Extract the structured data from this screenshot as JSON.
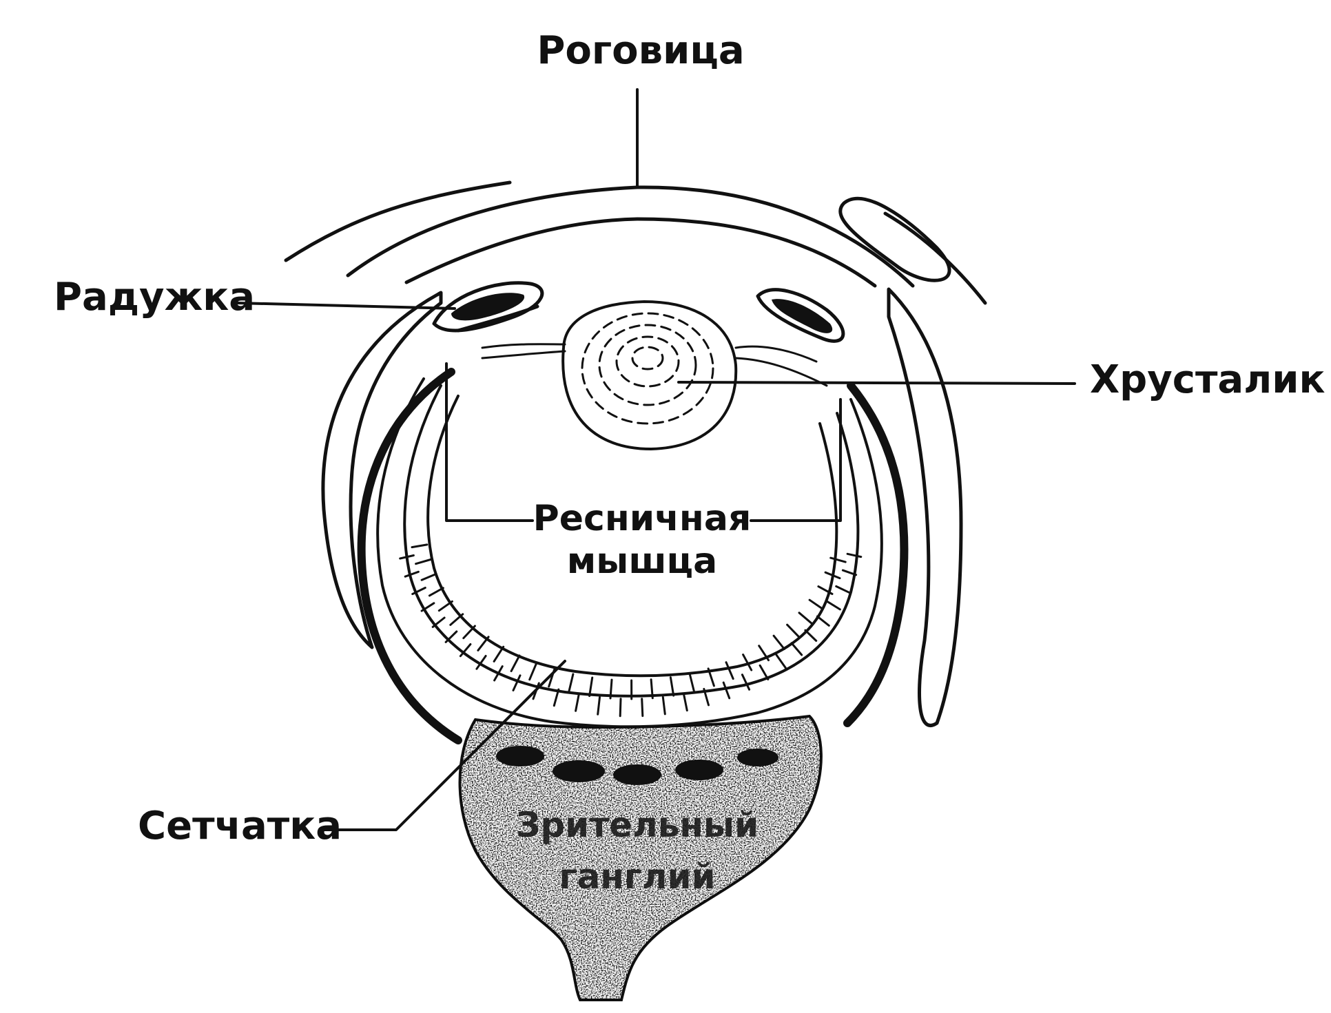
{
  "diagram": {
    "labels": {
      "cornea": "Роговица",
      "iris": "Радужка",
      "lens": "Хрусталик",
      "ciliary_line1": "Ресничная",
      "ciliary_line2": "мышца",
      "retina": "Сетчатка",
      "ganglion_line1": "Зрительный",
      "ganglion_line2": "ганглий"
    },
    "colors": {
      "ink": "#111111",
      "paper": "#ffffff",
      "ganglion_fill": "#8a8a8a"
    }
  }
}
